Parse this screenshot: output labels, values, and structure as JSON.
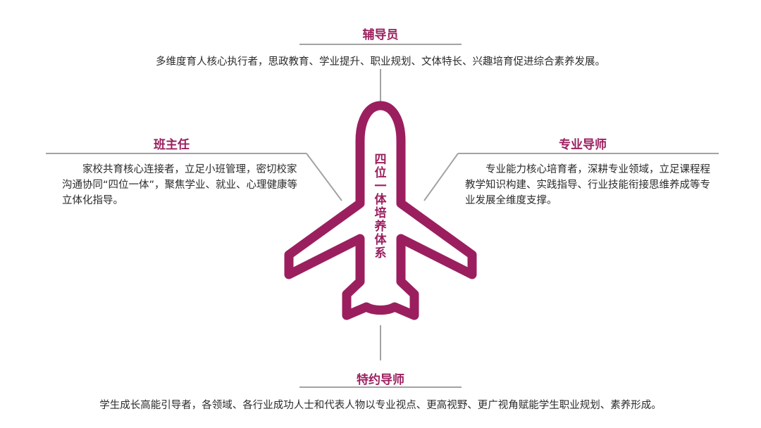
{
  "center_label": "四位一体培养体系",
  "colors": {
    "accent": "#9b1f5f",
    "line": "#a3a3a3",
    "text": "#2b2b2b"
  },
  "roles": {
    "top": {
      "title": "辅导员",
      "description": "多维度育人核心执行者，思政教育、学业提升、职业规划、文体特长、兴趣培育促进综合素养发展。"
    },
    "left": {
      "title": "班主任",
      "description": "家校共育核心连接者，立足小班管理，密切校家沟通协同“四位一体”，聚焦学业、就业、心理健康等立体化指导。"
    },
    "right": {
      "title": "专业导师",
      "description": "专业能力核心培育者，深耕专业领域，立足课程程教学知识构建、实践指导、行业技能衔接思维养成等专业发展全维度支撑。"
    },
    "bottom": {
      "title": "特约导师",
      "description": "学生成长高能引导者，各领域、各行业成功人士和代表人物以专业视点、更高视野、更广视角赋能学生职业规划、素养形成。"
    }
  }
}
